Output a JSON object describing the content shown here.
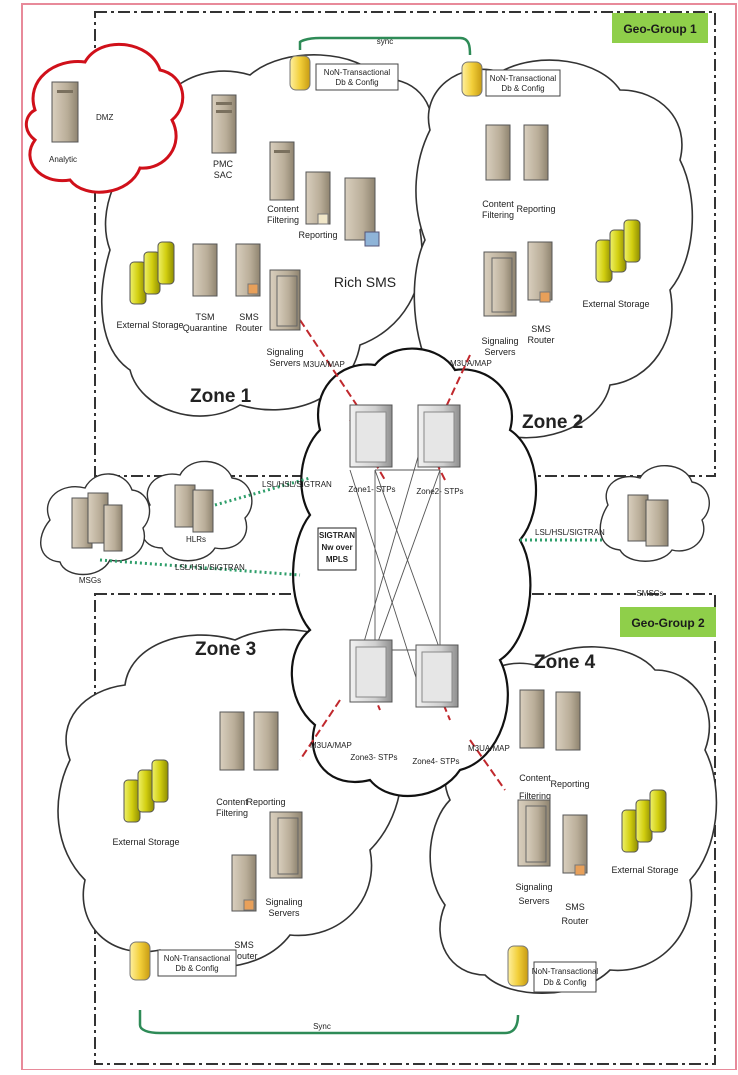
{
  "geo_groups": {
    "group1": "Geo-Group 1",
    "group2": "Geo-Group 2"
  },
  "zones": {
    "z1": "Zone 1",
    "z2": "Zone 2",
    "z3": "Zone 3",
    "z4": "Zone 4"
  },
  "dmz": {
    "label": "DMZ",
    "analytic": "Analytic"
  },
  "links": {
    "sync": "Sync",
    "sync_top": "sync",
    "m3ua_map": "M3UA/MAP",
    "lsl_hsl_sigtran": "LSL/HSL/SIGTRAN"
  },
  "db": {
    "line1": "NoN-Transactional",
    "line2": "Db & Config"
  },
  "labels": {
    "pmc": "PMC",
    "sac": "SAC",
    "content": "Content",
    "filtering": "Filtering",
    "reporting": "Reporting",
    "rich_sms": "Rich SMS",
    "external_storage": "External Storage",
    "tsm": "TSM",
    "quarantine": "Quarantine",
    "sms": "SMS",
    "router": "Router",
    "signaling": "Signaling",
    "servers": "Servers",
    "zone1_stps": "Zone1- STPs",
    "zone2_stps": "Zone2- STPs",
    "zone3_stps": "Zone3- STPs",
    "zone4_stps": "Zone4- STPs",
    "sigtran_line1": "SIGTRAN",
    "sigtran_line2": "Nw over",
    "sigtran_line3": "MPLS",
    "hlrs": "HLRs",
    "msgs": "MSGs",
    "smscs": "SMSCs"
  },
  "colors": {
    "geo_bg": "#8fcf4a",
    "dmz_border": "#d0101a",
    "sync_line": "#2e8b57",
    "sigtran_dotted": "#2e9e6a",
    "m3ua_line": "#c0282d",
    "storage": "#d6d418"
  }
}
